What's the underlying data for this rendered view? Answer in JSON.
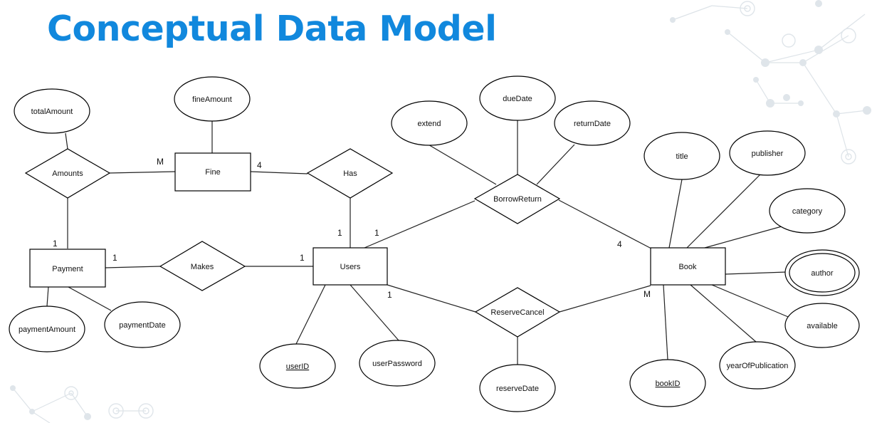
{
  "title": "Conceptual Data Model",
  "entities": {
    "fine": "Fine",
    "payment": "Payment",
    "users": "Users",
    "book": "Book"
  },
  "relationships": {
    "amounts": "Amounts",
    "has": "Has",
    "makes": "Makes",
    "borrow_return": "BorrowReturn",
    "reserve_cancel": "ReserveCancel"
  },
  "attributes": {
    "total_amount": "totalAmount",
    "fine_amount": "fineAmount",
    "payment_amount": "paymentAmount",
    "payment_date": "paymentDate",
    "user_id": "userID",
    "user_password": "userPassword",
    "extend": "extend",
    "due_date": "dueDate",
    "return_date": "returnDate",
    "reserve_date": "reserveDate",
    "title": "title",
    "publisher": "publisher",
    "category": "category",
    "author": "author",
    "available": "available",
    "year_of_publication": "yearOfPublication",
    "book_id": "bookID"
  },
  "cardinalities": {
    "amounts_fine": "M",
    "amounts_payment": "1",
    "fine_has": "4",
    "has_users": "1",
    "payment_makes": "1",
    "makes_users": "1",
    "users_borrow": "1",
    "borrow_book": "4",
    "users_reserve": "1",
    "reserve_book": "M"
  }
}
